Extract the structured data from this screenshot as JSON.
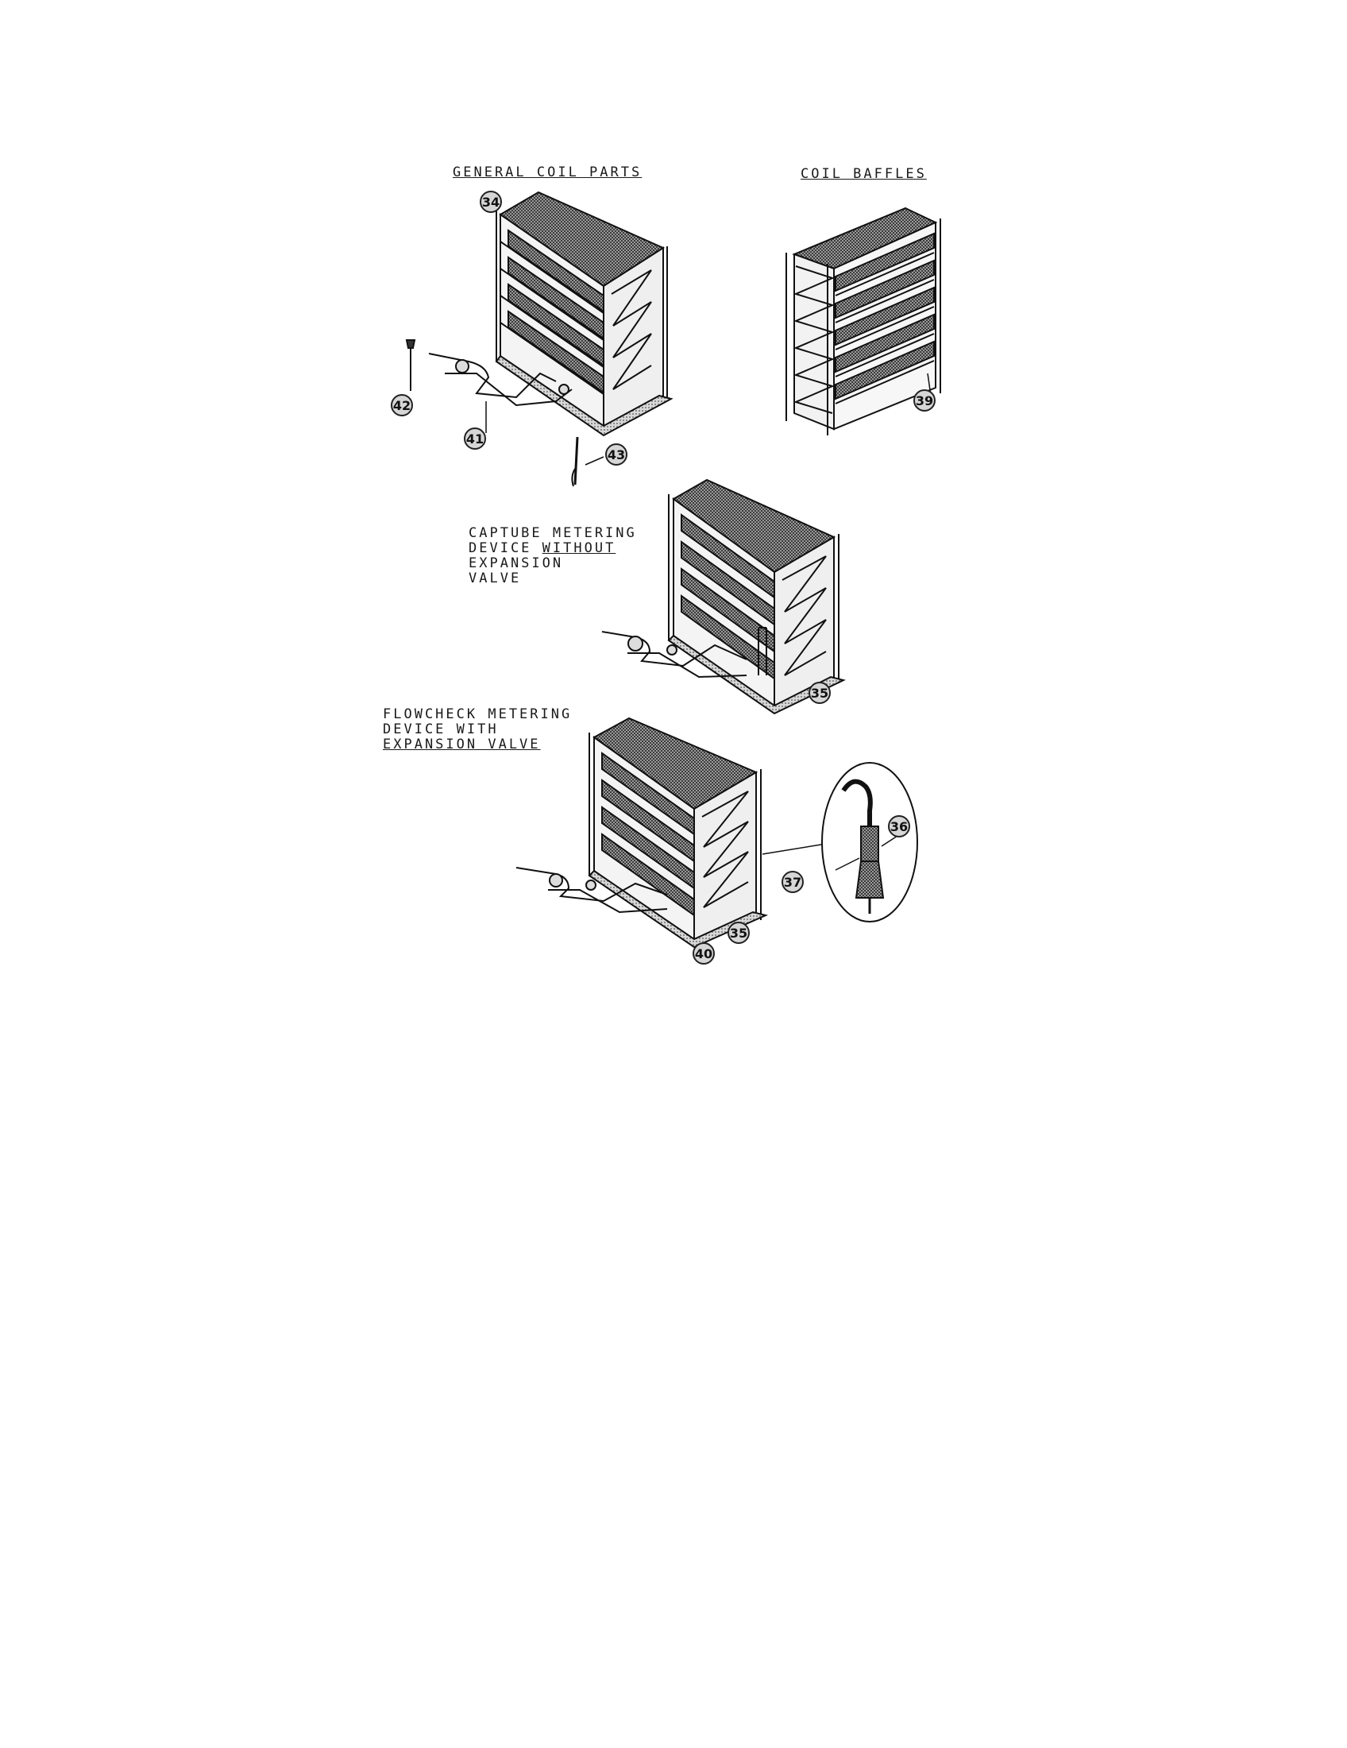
{
  "sections": {
    "general_coil_parts": "GENERAL COIL PARTS",
    "coil_baffles": "COIL BAFFLES",
    "captube": {
      "line1": "CAPTUBE METERING",
      "line2_prefix": "DEVICE ",
      "line2_emph": "WITHOUT",
      "line3": "EXPANSION",
      "line4": "VALVE"
    },
    "flowcheck": {
      "line1": "FLOWCHECK METERING",
      "line2": "DEVICE WITH",
      "line3": "EXPANSION VALVE"
    }
  },
  "callouts": {
    "c34": "34",
    "c39": "39",
    "c42": "42",
    "c41": "41",
    "c43": "43",
    "c35a": "35",
    "c36": "36",
    "c37": "37",
    "c35b": "35",
    "c40": "40"
  },
  "colors": {
    "ink": "#111111",
    "hatch": "#8a8a8a",
    "paper": "#ffffff"
  }
}
